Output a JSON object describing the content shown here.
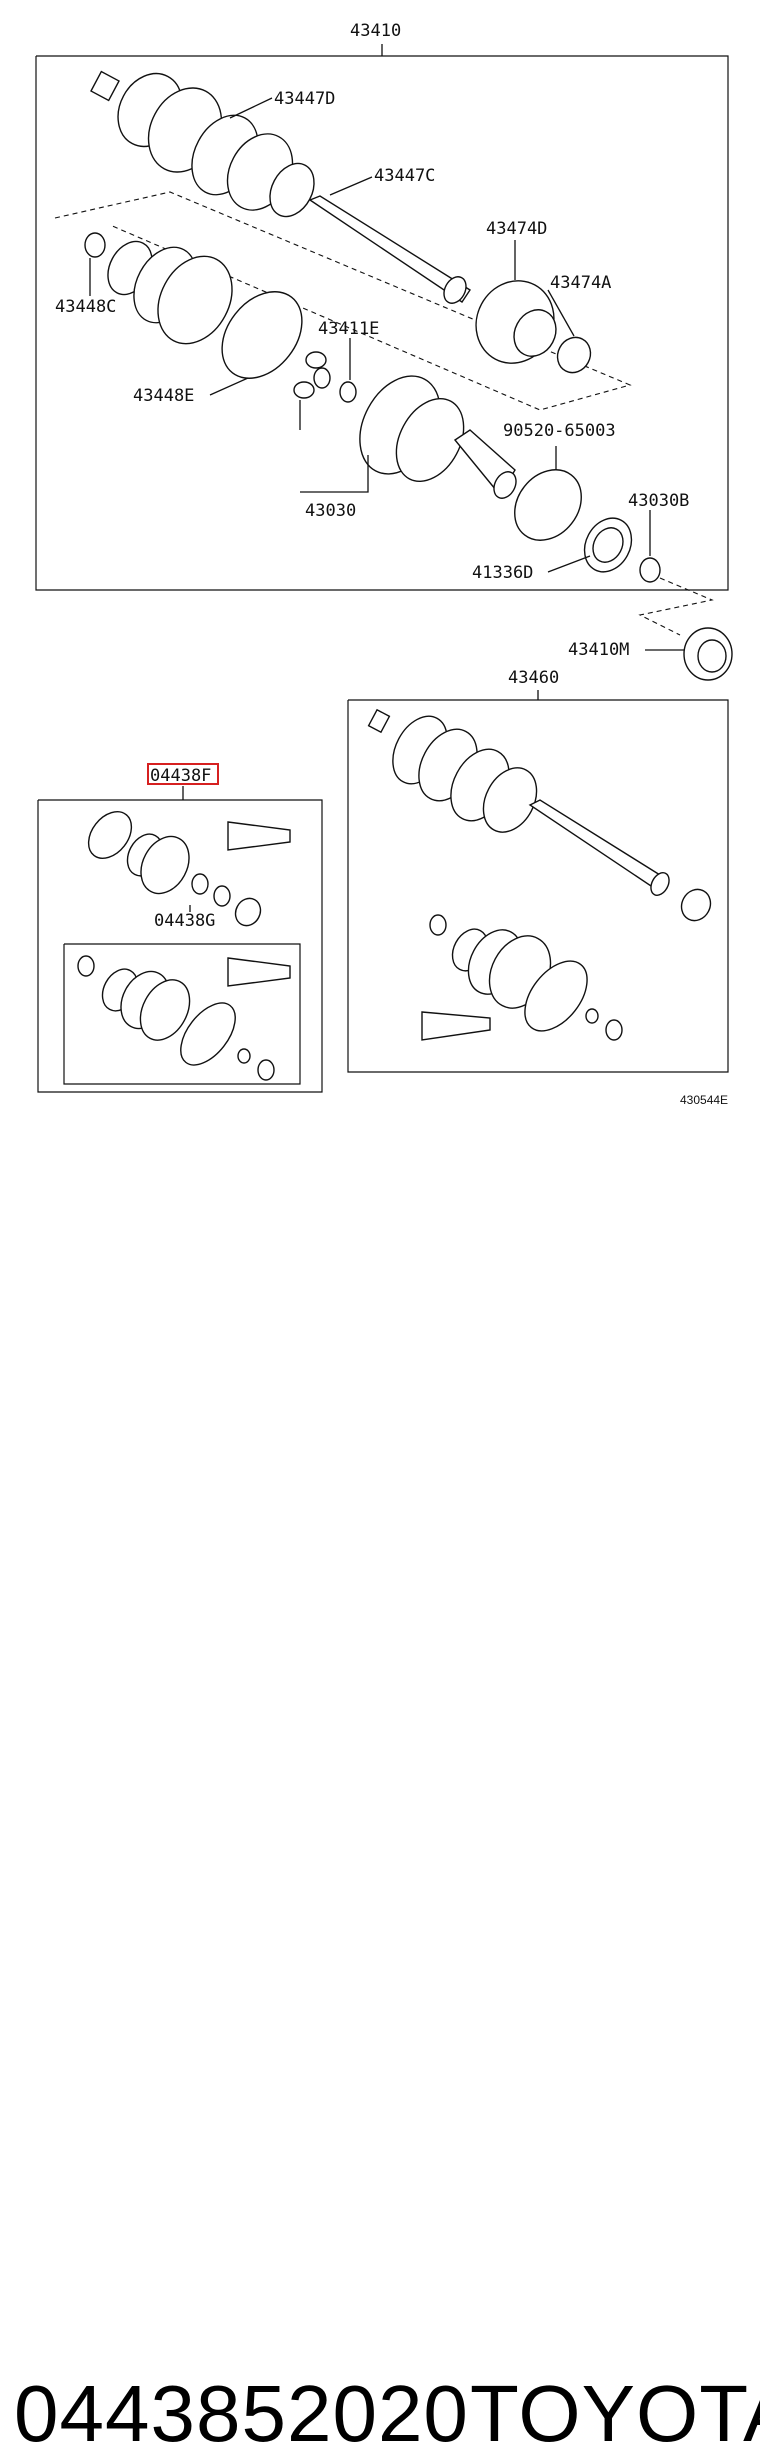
{
  "diagram": {
    "labels": {
      "l43410": "43410",
      "l43447D": "43447D",
      "l43447C": "43447C",
      "l43474D": "43474D",
      "l43474A": "43474A",
      "l43448C": "43448C",
      "l43411E": "43411E",
      "l43448E": "43448E",
      "l90520": "90520-65003",
      "l43030B": "43030B",
      "l43030": "43030",
      "l41336D": "41336D",
      "l43410M": "43410M",
      "l43460": "43460",
      "l04438F": "04438F",
      "l04438G": "04438G"
    },
    "figure_code": "430544E",
    "highlight_color": "#d62020"
  },
  "footer": {
    "part_number": "0443852020",
    "brand": "TOYOTA"
  }
}
